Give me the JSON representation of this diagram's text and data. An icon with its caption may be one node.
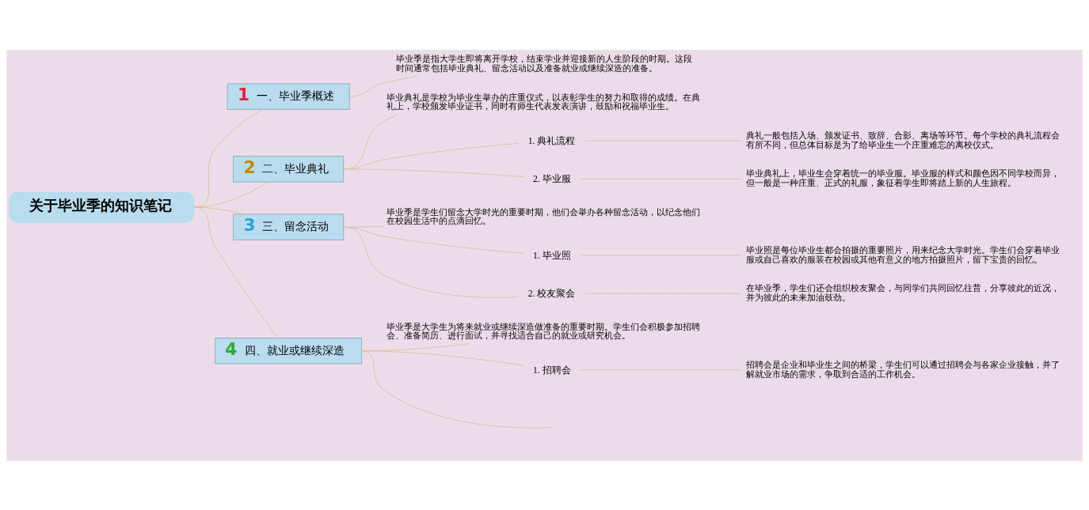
{
  "diagram": {
    "nodes": [
      {
        "text": [
          "关于毕业季的知识笔记"
        ]
      },
      {
        "text": [
          "1",
          "一、毕业季概述"
        ]
      },
      {
        "text": [
          "毕业季是指大学生即将离开学校，结束学业并迎接新的人生阶段的时期。这段时间通常包括毕业典礼、留念活动以及准备就业或继续深造的准备。"
        ]
      },
      {
        "text": [
          "2",
          "二、毕业典礼"
        ]
      },
      {
        "text": [
          "毕业典礼是学校为毕业生举办的庄重仪式，以表彰学生的努力和取得的成绩。在典礼上，学校颁发毕业证书，同时有师生代表发表演讲，鼓励和祝福毕业生。"
        ]
      },
      {
        "text": [
          "1. 典礼流程"
        ]
      },
      {
        "text": [
          "典礼一般包括入场、颁发证书、致辞、合影、离场等环节。每个学校的典礼流程会有所不同，但总体目标是为了给毕业生一个庄重难忘的离校仪式。"
        ]
      },
      {
        "text": [
          "2. 毕业服"
        ]
      },
      {
        "text": [
          "毕业典礼上，毕业生会穿着统一的毕业服。毕业服的样式和颜色因不同学校而异，但一般是一种庄重、正式的礼服，象征着学生即将踏上新的人生旅程。"
        ]
      },
      {
        "text": [
          "3",
          "三、留念活动"
        ]
      },
      {
        "text": [
          "毕业季是学生们留念大学时光的重要时期，他们会举办各种留念活动，以纪念他们在校园生活中的点滴回忆。"
        ]
      },
      {
        "text": [
          "1. 毕业照"
        ]
      },
      {
        "text": [
          "毕业照是每位毕业生都会拍摄的重要照片，用来纪念大学时光。学生们会穿着毕业服或自己喜欢的服装在校园或其他有意义的地方拍摄照片，留下宝贵的回忆。"
        ]
      },
      {
        "text": [
          "2. 校友聚会"
        ]
      },
      {
        "text": [
          "在毕业季，学生们还会组织校友聚会，与同学们共同回忆往昔，分享彼此的近况，并为彼此的未来加油鼓劲。"
        ]
      },
      {
        "text": [
          "4",
          "四、就业或继续深造"
        ]
      },
      {
        "text": [
          "毕业季是大学生为将来就业或继续深造做准备的重要时期。学生们会积极参加招聘会、准备简历、进行面试，并寻找适合自己的就业或研究机会。"
        ]
      },
      {
        "text": [
          "1. 招聘会"
        ]
      },
      {
        "text": [
          "招聘会是企业和毕业生之间的桥梁，学生们可以通过招聘会与各家企业接触，并了解就业市场的需求，争取到合适的工作机会。"
        ]
      }
    ],
    "edges": [
      {
        "from": 0,
        "to": 1,
        "arrow": "none"
      },
      {
        "from": 1,
        "to": 2,
        "arrow": "none"
      },
      {
        "from": 0,
        "to": 3,
        "arrow": "none"
      },
      {
        "from": 3,
        "to": 4,
        "arrow": "none"
      },
      {
        "from": 3,
        "to": 5,
        "arrow": "none"
      },
      {
        "from": 5,
        "to": 6,
        "arrow": "none"
      },
      {
        "from": 3,
        "to": 7,
        "arrow": "none"
      },
      {
        "from": 7,
        "to": 8,
        "arrow": "none"
      },
      {
        "from": 0,
        "to": 9,
        "arrow": "none"
      },
      {
        "from": 9,
        "to": 10,
        "arrow": "none"
      },
      {
        "from": 9,
        "to": 11,
        "arrow": "none"
      },
      {
        "from": 11,
        "to": 12,
        "arrow": "none"
      },
      {
        "from": 9,
        "to": 13,
        "arrow": "none"
      },
      {
        "from": 13,
        "to": 14,
        "arrow": "none"
      },
      {
        "from": 0,
        "to": 15,
        "arrow": "none"
      },
      {
        "from": 15,
        "to": 16,
        "arrow": "none"
      },
      {
        "from": 15,
        "to": 17,
        "arrow": "none"
      },
      {
        "from": 17,
        "to": 18,
        "arrow": "none"
      },
      {
        "from": 15,
        "to": null,
        "arrow": "none"
      }
    ]
  }
}
